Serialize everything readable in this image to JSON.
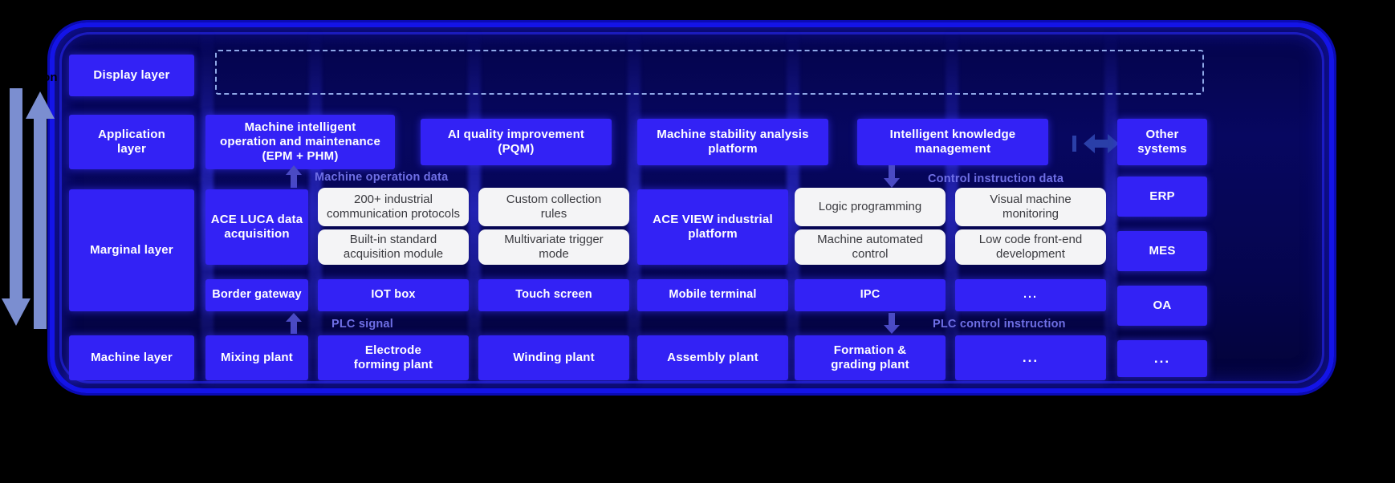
{
  "diagram": {
    "title_fragment_left": "tion",
    "layers": [
      {
        "key": "display",
        "label": "Display layer"
      },
      {
        "key": "application",
        "label": "Application\nlayer"
      },
      {
        "key": "marginal",
        "label": "Marginal layer"
      },
      {
        "key": "machine",
        "label": "Machine layer"
      }
    ],
    "layer_labels": {
      "display": "Display layer",
      "application_line1": "Application",
      "application_line2": "layer",
      "marginal": "Marginal layer",
      "machine": "Machine layer"
    },
    "application_row": [
      {
        "line1": "Machine intelligent",
        "line2": "operation and maintenance",
        "line3": "(EPM + PHM)"
      },
      {
        "line1": "AI quality improvement",
        "line2": "(PQM)",
        "line3": ""
      },
      {
        "line1": "Machine stability analysis",
        "line2": "platform",
        "line3": ""
      },
      {
        "line1": "Intelligent knowledge",
        "line2": "management",
        "line3": ""
      }
    ],
    "marginal_row": {
      "left_platform": {
        "line1": "ACE LUCA data",
        "line2": "acquisition"
      },
      "left_cards": [
        {
          "line1": "200+ industrial",
          "line2": "communication protocols"
        },
        {
          "line1": "Custom collection",
          "line2": "rules"
        },
        {
          "line1": "Built-in standard",
          "line2": "acquisition module"
        },
        {
          "line1": "Multivariate trigger",
          "line2": "mode"
        }
      ],
      "right_platform": {
        "line1": "ACE VIEW industrial",
        "line2": "platform"
      },
      "right_cards": [
        {
          "line1": "Logic programming",
          "line2": ""
        },
        {
          "line1": "Visual machine",
          "line2": "monitoring"
        },
        {
          "line1": "Machine automated",
          "line2": "control"
        },
        {
          "line1": "Low code front-end",
          "line2": "development"
        }
      ]
    },
    "device_row": [
      {
        "label": "Border gateway"
      },
      {
        "label": "IOT box"
      },
      {
        "label": "Touch screen"
      },
      {
        "label": "Mobile terminal"
      },
      {
        "label": "IPC"
      },
      {
        "label": "..."
      }
    ],
    "machine_row": [
      {
        "line1": "Mixing plant",
        "line2": ""
      },
      {
        "line1": "Electrode",
        "line2": "forming plant"
      },
      {
        "line1": "Winding plant",
        "line2": ""
      },
      {
        "line1": "Assembly plant",
        "line2": ""
      },
      {
        "line1": "Formation &",
        "line2": "grading plant"
      },
      {
        "line1": "...",
        "line2": ""
      }
    ],
    "external_column": [
      {
        "line1": "Other",
        "line2": "systems"
      },
      {
        "line1": "ERP",
        "line2": ""
      },
      {
        "line1": "MES",
        "line2": ""
      },
      {
        "line1": "OA",
        "line2": ""
      },
      {
        "line1": "...",
        "line2": ""
      }
    ],
    "flow_labels": {
      "machine_operation_data": "Machine operation data",
      "control_instruction_data": "Control instruction data",
      "plc_signal": "PLC signal",
      "plc_control_instruction": "PLC control instruction"
    },
    "colors": {
      "background": "#000000",
      "node_blue": "#3322f5",
      "node_white": "#f4f4f6",
      "shell_border": "#1414e8",
      "shell_fill": "#05054e",
      "flow_label": "#6f6fe6",
      "dashed_border": "#8fa8e8",
      "side_arrow": "#7b8ed0",
      "text_light": "#ffffff",
      "text_dark": "#3a3a3f"
    }
  }
}
